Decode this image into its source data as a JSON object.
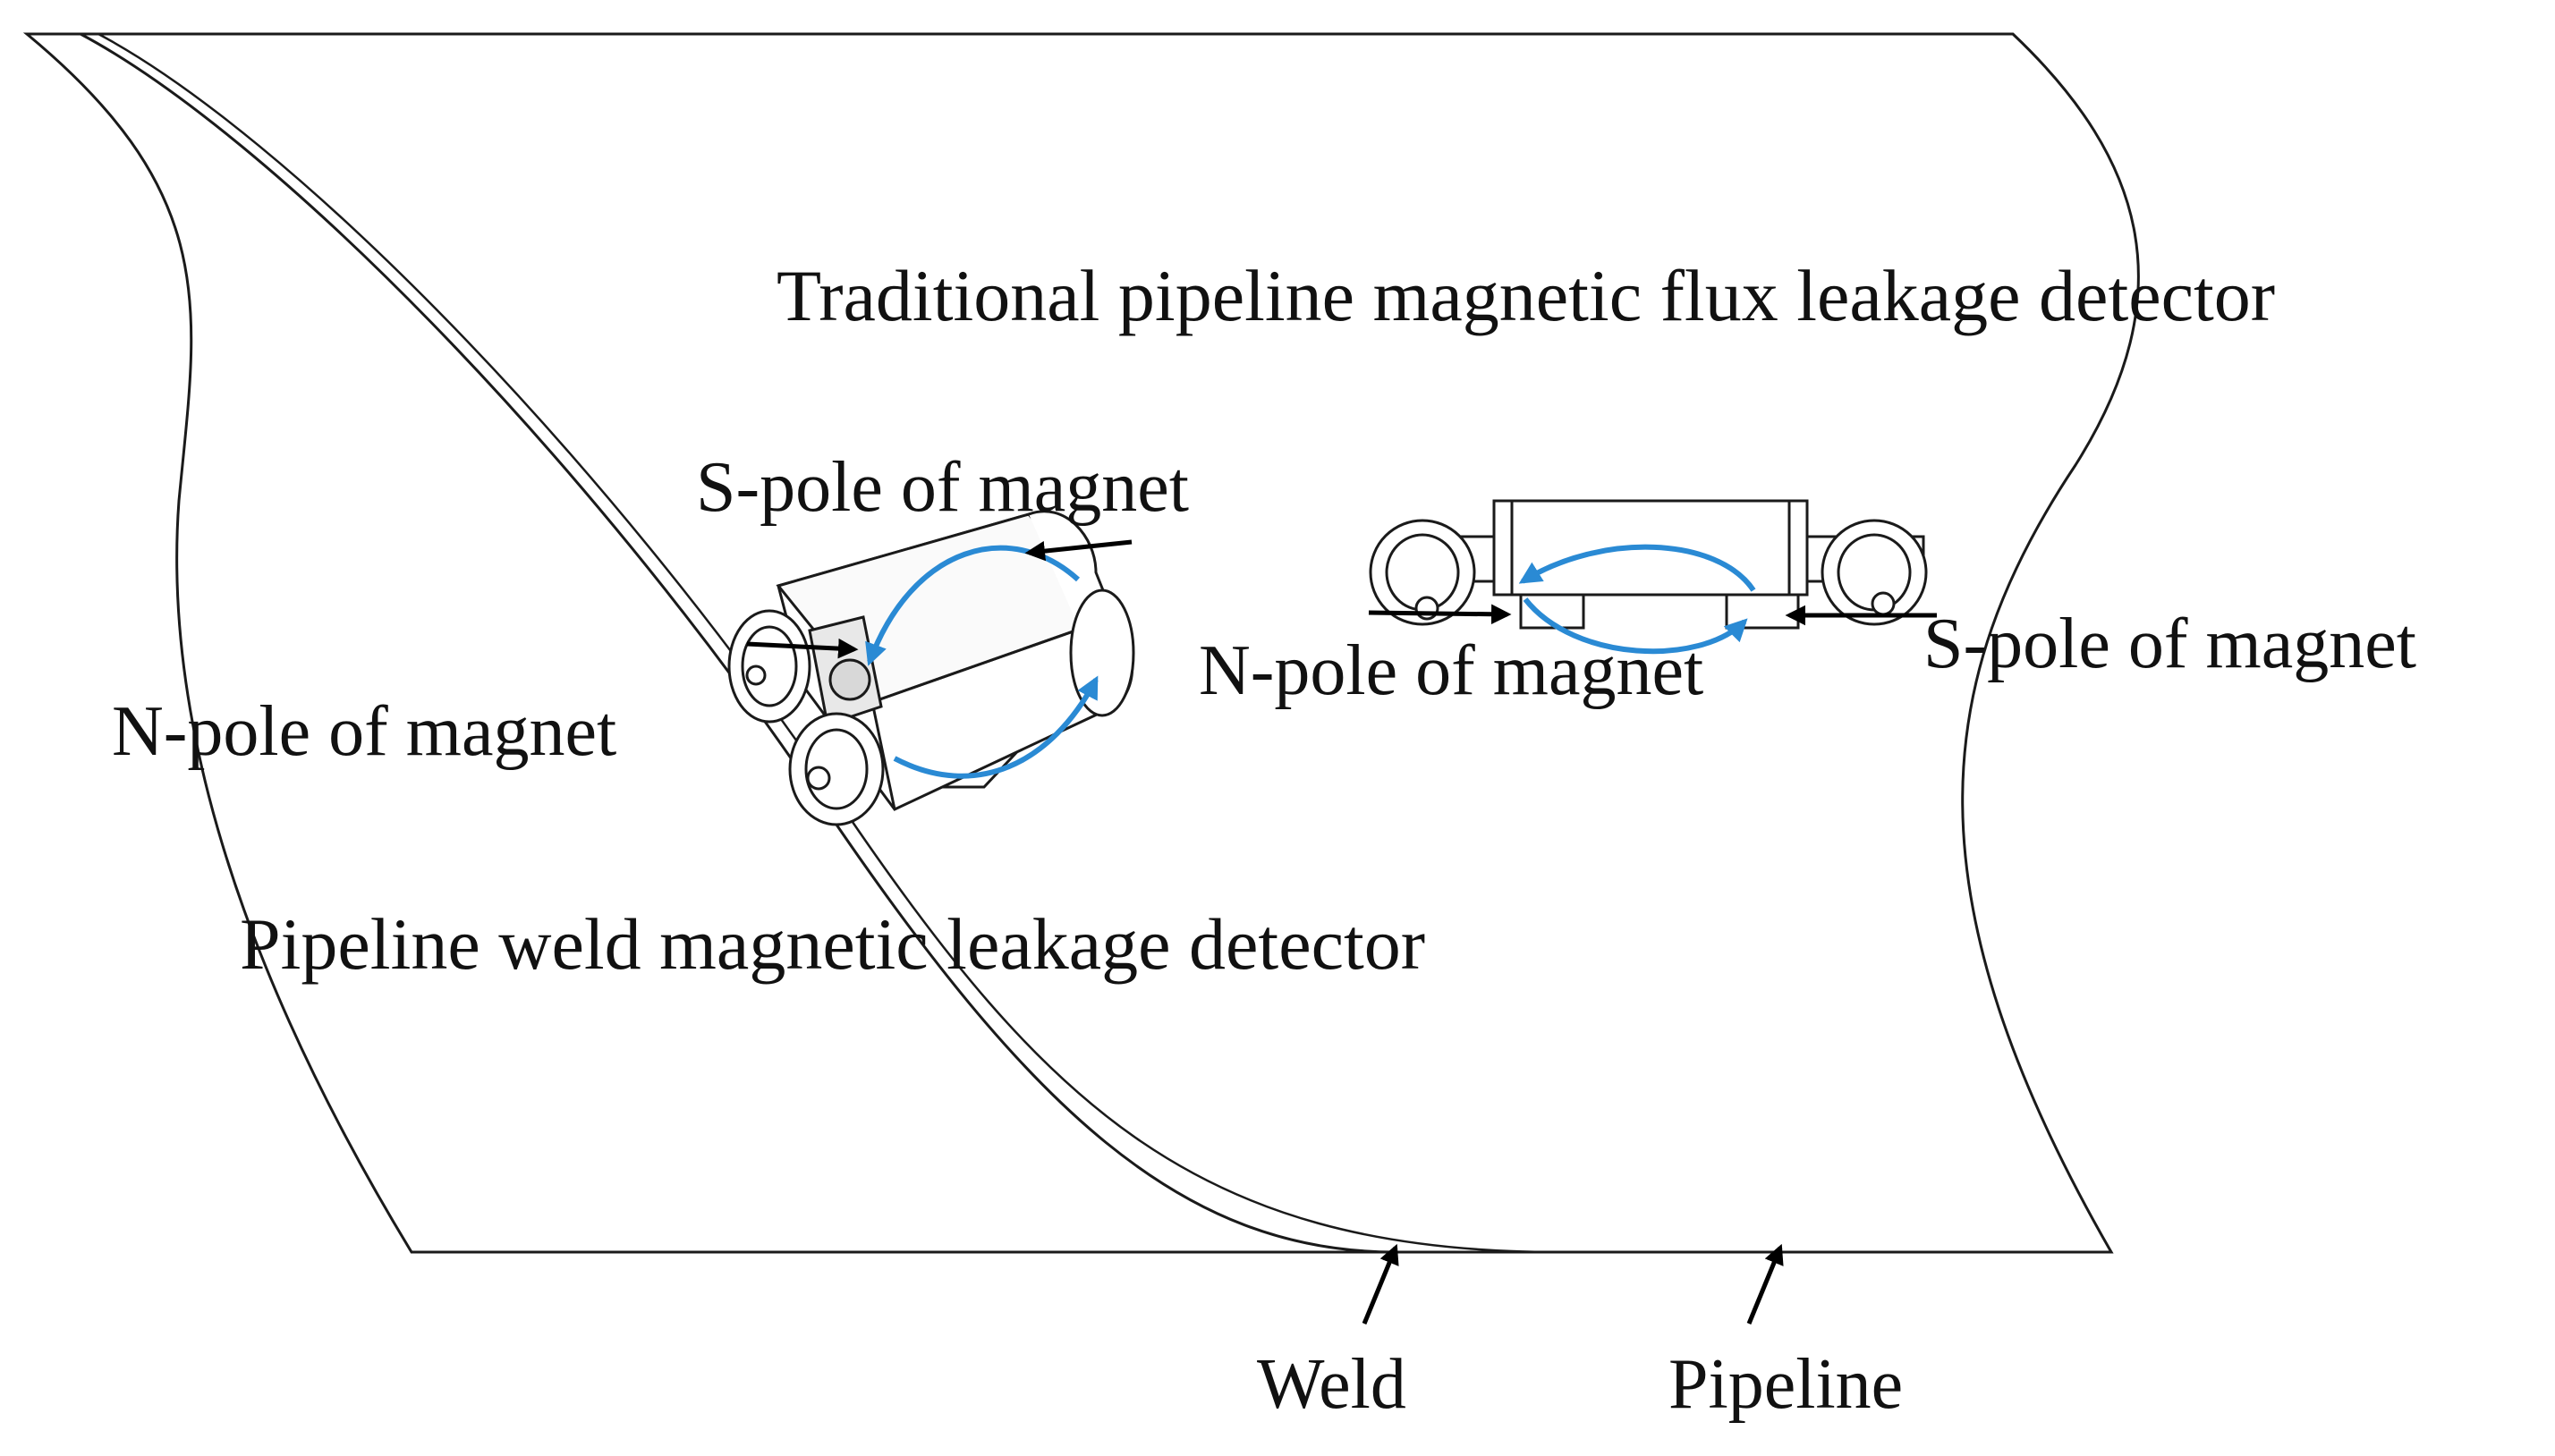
{
  "labels": {
    "traditional_detector": "Traditional pipeline magnetic flux leakage detector",
    "weld_detector": "Pipeline weld magnetic leakage detector",
    "s_pole_left": "S-pole of magnet",
    "n_pole_left": "N-pole of magnet",
    "n_pole_right": "N-pole of magnet",
    "s_pole_right": "S-pole of magnet",
    "weld": "Weld",
    "pipeline": "Pipeline"
  },
  "colors": {
    "outline": "#1a1a1a",
    "flux_arrow": "#2a8ad4",
    "pointer_arrow": "#000000",
    "background": "#ffffff"
  }
}
